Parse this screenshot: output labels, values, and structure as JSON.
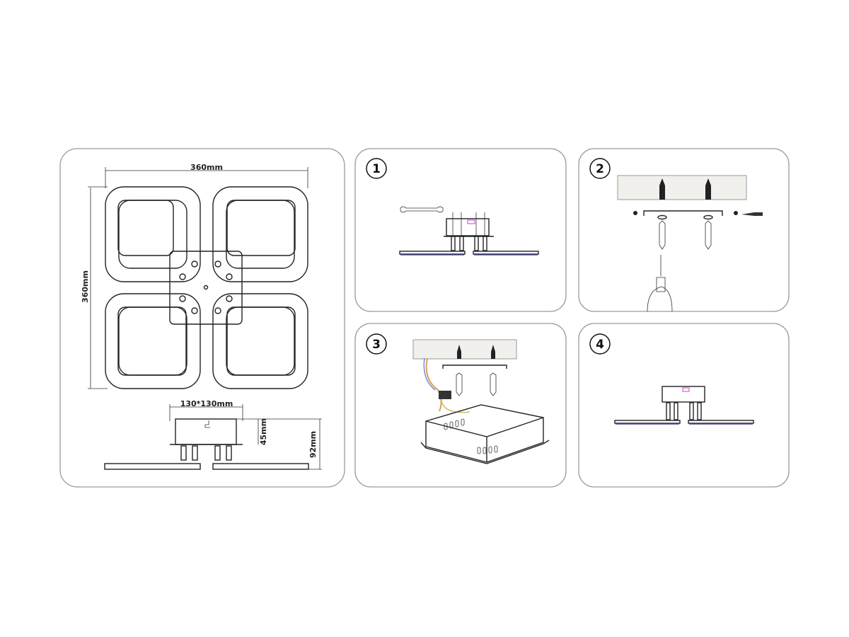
{
  "dimensions": {
    "width_label": "360mm",
    "height_label": "360mm",
    "box_label": "130*130mm",
    "box_height_label": "45mm",
    "total_height_label": "92mm"
  },
  "steps": [
    {
      "number": "1"
    },
    {
      "number": "2"
    },
    {
      "number": "3"
    },
    {
      "number": "4"
    }
  ],
  "colors": {
    "led_strip": "#4a4a9a",
    "label_marker": "#d040d0",
    "wire_brown": "#d9a060",
    "wire_blue": "#7a8ad0"
  }
}
